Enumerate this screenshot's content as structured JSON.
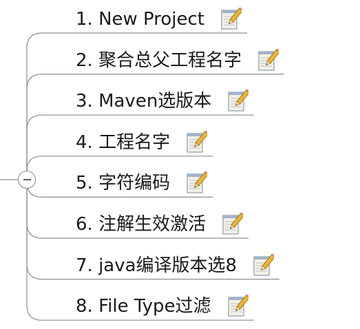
{
  "mindmap": {
    "collapse_symbol": "minus-icon",
    "line_color": "#8e8e8e",
    "nodes": [
      {
        "label": "1. New Project",
        "icon": "note-pencil-icon"
      },
      {
        "label": "2. 聚合总父工程名字",
        "icon": "note-pencil-icon"
      },
      {
        "label": "3. Maven选版本",
        "icon": "note-pencil-icon"
      },
      {
        "label": "4. 工程名字",
        "icon": "note-pencil-icon"
      },
      {
        "label": "5. 字符编码",
        "icon": "note-pencil-icon"
      },
      {
        "label": "6. 注解生效激活",
        "icon": "note-pencil-icon"
      },
      {
        "label": "7. java编译版本选8",
        "icon": "note-pencil-icon"
      },
      {
        "label": "8. File Type过滤",
        "icon": "note-pencil-icon"
      }
    ]
  }
}
